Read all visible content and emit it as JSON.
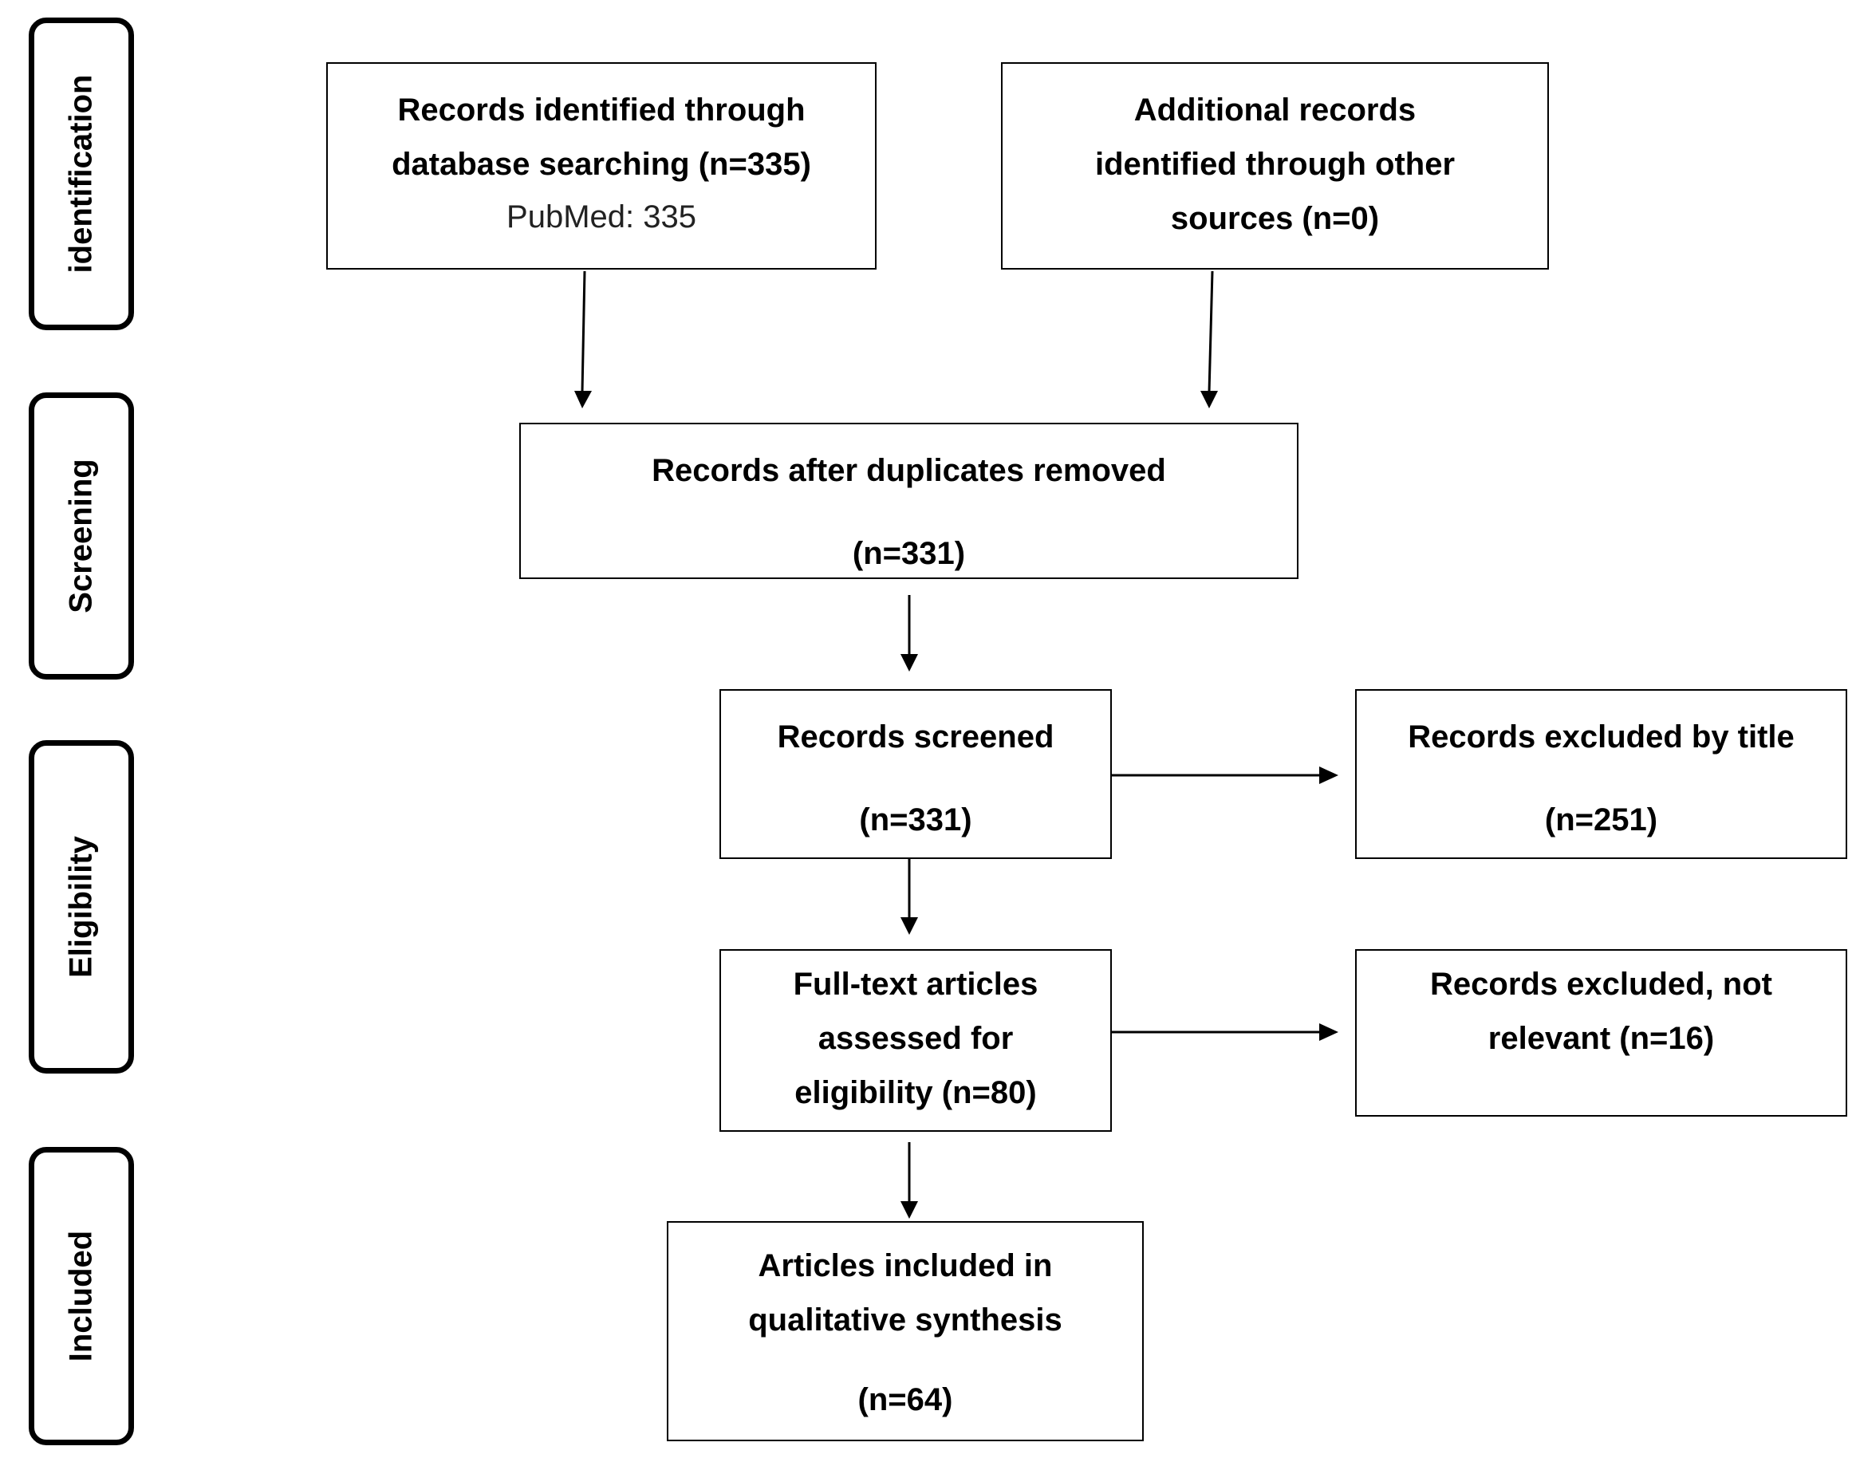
{
  "stages": [
    {
      "id": "identification",
      "label": "identification"
    },
    {
      "id": "screening",
      "label": "Screening"
    },
    {
      "id": "eligibility",
      "label": "Eligibility"
    },
    {
      "id": "included",
      "label": "Included"
    }
  ],
  "boxes": {
    "database_search": {
      "line1": "Records identified through",
      "line2": "database searching (n=335)",
      "sub": "PubMed: 335"
    },
    "other_sources": {
      "line1": "Additional records",
      "line2": "identified through other",
      "line3": "sources (n=0)"
    },
    "duplicates_removed": {
      "line1": "Records after duplicates removed",
      "count": "(n=331)"
    },
    "screened": {
      "line1": "Records screened",
      "count": "(n=331)"
    },
    "excluded_title": {
      "line1": "Records excluded by title",
      "count": "(n=251)"
    },
    "full_text": {
      "line1": "Full-text articles",
      "line2": "assessed for",
      "line3": "eligibility (n=80)"
    },
    "excluded_not_relevant": {
      "line1": "Records excluded, not",
      "line2": "relevant (n=16)"
    },
    "included": {
      "line1": "Articles included in",
      "line2": "qualitative synthesis",
      "count": "(n=64)"
    }
  }
}
